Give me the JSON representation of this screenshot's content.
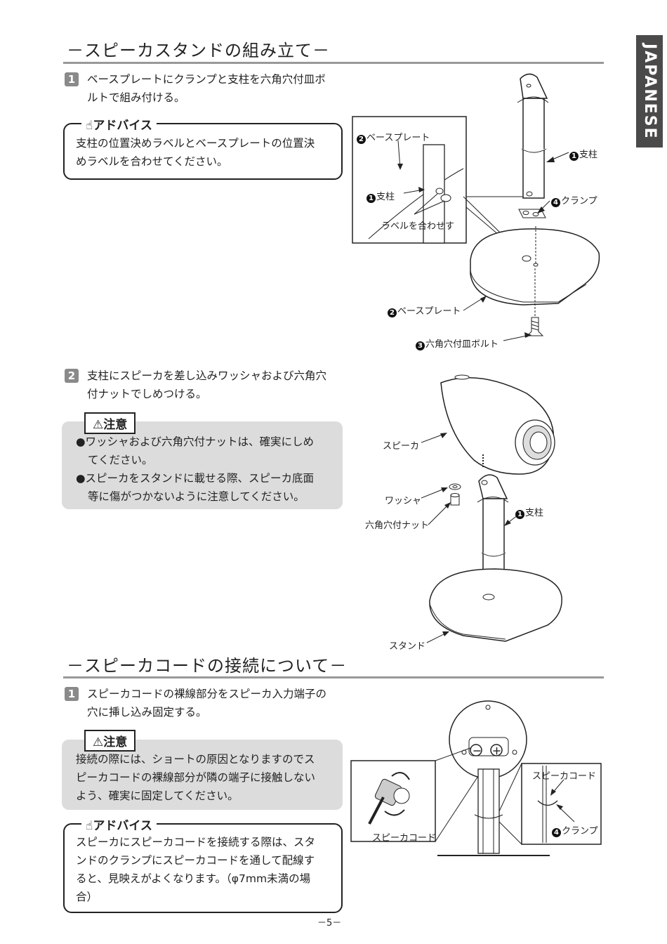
{
  "sidebar_tab": "JAPANESE",
  "section1": {
    "heading": "－スピーカスタンドの組み立て－",
    "step1": {
      "num": "1",
      "line1": "ベースプレートにクランプと支柱を六角穴付皿ボ",
      "line2": "ルトで組み付ける。"
    },
    "advice": {
      "title": "アドバイス",
      "line1": "支柱の位置決めラベルとベースプレートの位置決",
      "line2": "めラベルを合わせてください。"
    },
    "fig1": {
      "inset_baseplate": "ベースプレート",
      "inset_pillar": "支柱",
      "inset_align": "ラベルを合わせす",
      "pillar": "支柱",
      "clamp": "クランプ",
      "baseplate": "ベースプレート",
      "bolt": "六角穴付皿ボルト",
      "n1": "1",
      "n2": "2",
      "n3": "3",
      "n4": "4"
    },
    "step2": {
      "num": "2",
      "line1": "支柱にスピーカを差し込みワッシャおよび六角穴",
      "line2": "付ナットでしめつける。"
    },
    "caution": {
      "title": "注意",
      "b1_line1": "●ワッシャおよび六角穴付ナットは、確実にしめ",
      "b1_line2": "てください。",
      "b2_line1": "●スピーカをスタンドに載せる際、スピーカ底面",
      "b2_line2": "等に傷がつかないように注意してください。"
    },
    "fig2": {
      "speaker": "スピーカ",
      "washer": "ワッシャ",
      "nut": "六角穴付ナット",
      "pillar": "支柱",
      "stand": "スタンド",
      "n1": "1"
    }
  },
  "section2": {
    "heading": "－スピーカコードの接続について－",
    "step1": {
      "num": "1",
      "line1": "スピーカコードの裸線部分をスピーカ入力端子の",
      "line2": "穴に挿し込み固定する。"
    },
    "caution": {
      "title": "注意",
      "line1": "接続の際には、ショートの原因となりますのでス",
      "line2": "ピーカコードの裸線部分が隣の端子に接触しない",
      "line3": "よう、確実に固定してください。"
    },
    "advice": {
      "title": "アドバイス",
      "line1": "スピーカにスピーカコードを接続する際は、スタ",
      "line2": "ンドのクランプにスピーカコードを通して配線す",
      "line3": "ると、見映えがよくなります。（φ7mm未満の場",
      "line4": "合）"
    },
    "fig3": {
      "cord_left": "スピーカコード",
      "cord_right": "スピーカコード",
      "clamp": "クランプ",
      "n4": "4",
      "minus": "－",
      "plus": "＋"
    }
  },
  "page_number": "－5－"
}
